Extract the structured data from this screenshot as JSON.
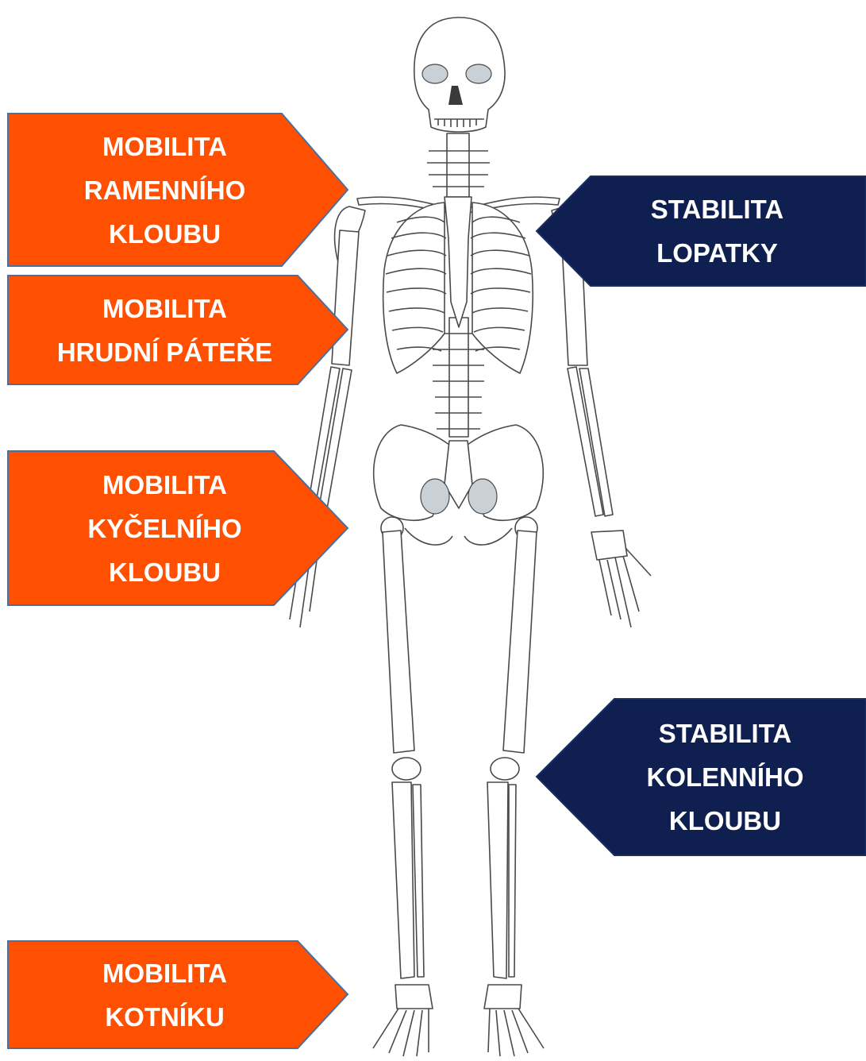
{
  "colors": {
    "mobility": "#fe5000",
    "mobility_edge": "#4b6f9c",
    "stability": "#0e1f50",
    "stability_edge": "#1a2d63",
    "text": "#ffffff"
  },
  "labels": {
    "shoulder": [
      "MOBILITA",
      "RAMENNÍHO",
      "KLOUBU"
    ],
    "thoracic": [
      "MOBILITA",
      "HRUDNÍ PÁTEŘE"
    ],
    "hip": [
      "MOBILITA",
      "KYČELNÍHO",
      "KLOUBU"
    ],
    "ankle": [
      "MOBILITA",
      "KOTNÍKU"
    ],
    "scapula": [
      "STABILITA",
      "LOPATKY"
    ],
    "knee": [
      "STABILITA",
      "KOLENNÍHO",
      "KLOUBU"
    ]
  }
}
